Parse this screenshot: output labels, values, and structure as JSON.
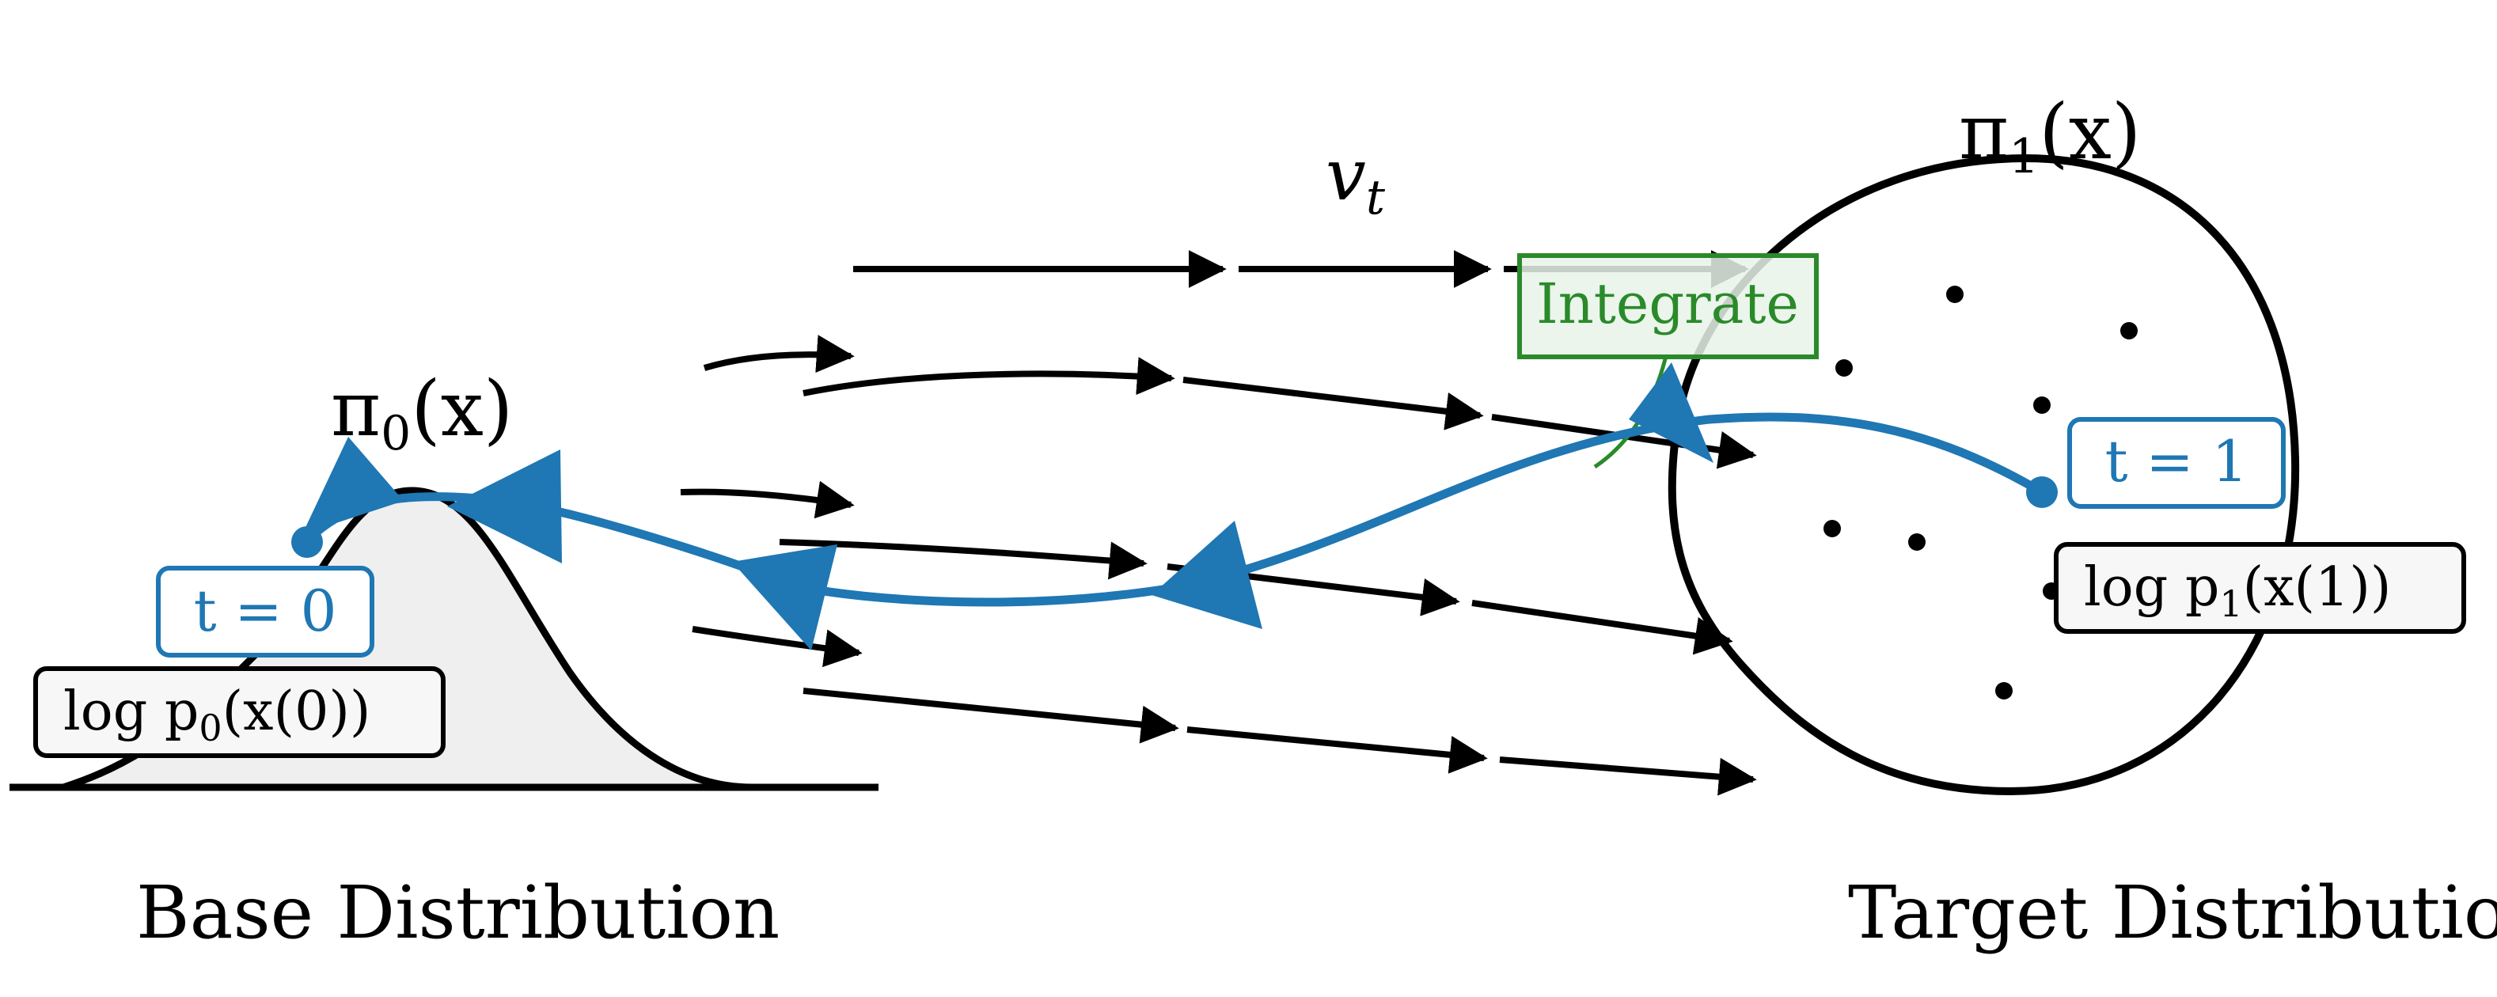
{
  "base": {
    "pi_label": "π",
    "pi_sub": "0",
    "pi_arg": "(x)",
    "log_prefix": "log p",
    "log_sub": "0",
    "log_arg": "(x(0))",
    "t_label": "t = 0",
    "caption": "Base Distribution"
  },
  "target": {
    "pi_label": "π",
    "pi_sub": "1",
    "pi_arg": "(x)",
    "log_prefix": "log p",
    "log_sub": "1",
    "log_arg": "(x(1))",
    "t_label": "t = 1",
    "caption": "Target Distribution"
  },
  "field": {
    "v_label": "v",
    "v_sub": "t"
  },
  "integrate_label": "Integrate",
  "colors": {
    "trajectory": "#1f77b4",
    "integrate": "#2a8a2a",
    "integrate_fill": "#e8f3e8",
    "base_fill": "#efefef",
    "ink": "#000000"
  }
}
